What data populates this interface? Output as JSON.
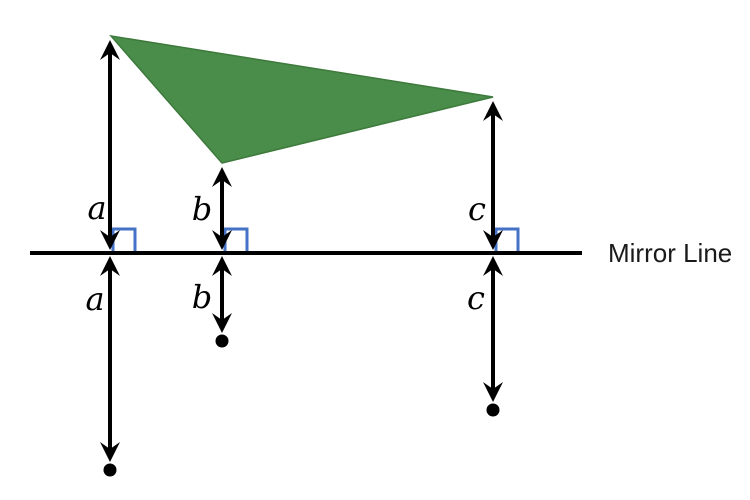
{
  "diagram": {
    "mirror_line_label": "Mirror Line",
    "labels_above": [
      "a",
      "b",
      "c"
    ],
    "labels_below": [
      "a",
      "b",
      "c"
    ]
  },
  "colors": {
    "triangle_fill": "#4a8c49",
    "triangle_stroke": "#3d7a3c",
    "right_angle_marker": "#4472c4",
    "ink": "#000000"
  }
}
